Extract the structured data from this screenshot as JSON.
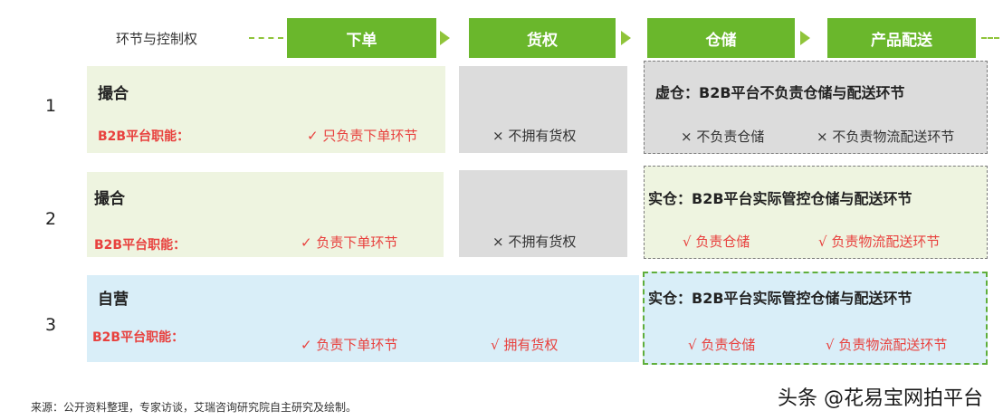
{
  "header": {
    "label": "环节与控制权",
    "stages": [
      "下单",
      "货权",
      "仓储",
      "产品配送"
    ]
  },
  "rows": [
    {
      "num": "1",
      "mode": "撮合",
      "resp_label": "B2B平台职能：",
      "order": "✓  只负责下单环节",
      "goods": "×  不拥有货权",
      "wh_title": "虚仓：B2B平台不负责仓储与配送环节",
      "storage": "×  不负责仓储",
      "delivery": "×  不负责物流配送环节"
    },
    {
      "num": "2",
      "mode": "撮合",
      "resp_label": "B2B平台职能：",
      "order": "✓  负责下单环节",
      "goods": "×  不拥有货权",
      "wh_title": "实仓：B2B平台实际管控仓储与配送环节",
      "storage": "√  负责仓储",
      "delivery": "√  负责物流配送环节"
    },
    {
      "num": "3",
      "mode": "自营",
      "resp_label": "B2B平台职能：",
      "order": "✓  负责下单环节",
      "goods": "√  拥有货权",
      "wh_title": "实仓：B2B平台实际管控仓储与配送环节",
      "storage": "√  负责仓储",
      "delivery": "√  负责物流配送环节"
    }
  ],
  "source": "来源：公开资料整理，专家访谈，艾瑞咨询研究院自主研究及绘制。",
  "watermark": "头条 @花易宝网拍平台",
  "colors": {
    "stage": "#6ab72c",
    "accent_red": "#e8413e",
    "panel_green": "#eef4e0",
    "panel_gray": "#dcdcdc",
    "panel_blue": "#d9eef8"
  }
}
